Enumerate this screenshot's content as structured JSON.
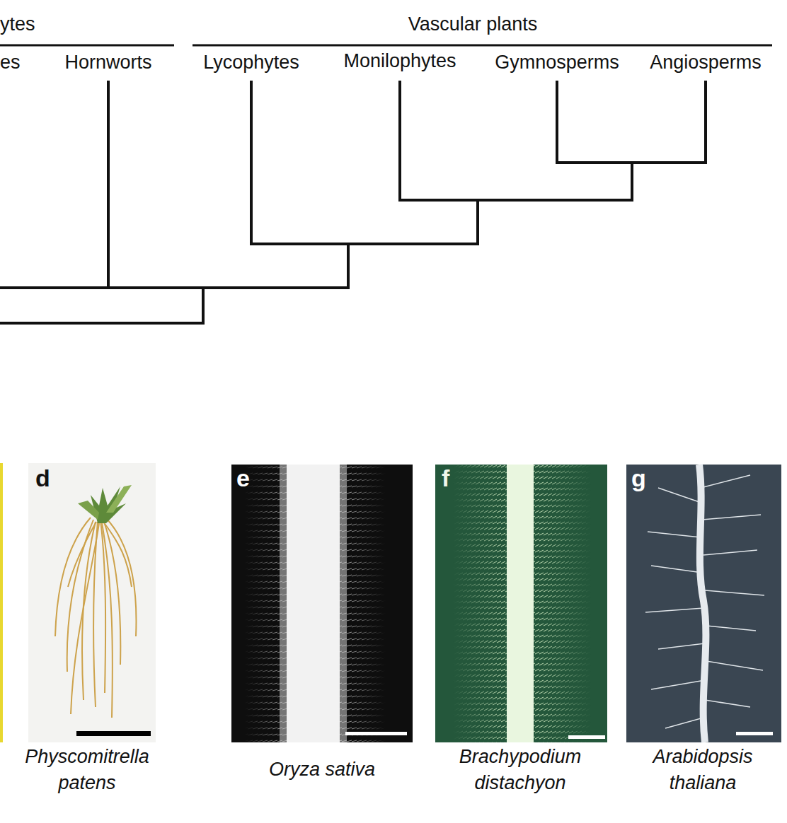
{
  "diagram": {
    "labels": [
      "ytes",
      "Vascular plants",
      "es",
      "Hornworts",
      "Lycophytes",
      "Monilophytes",
      "Gymnosperms",
      "Angiosperms",
      "d",
      "e",
      "f",
      "g",
      "Physcomitrella patens",
      "Oryza sativa",
      "Brachypodium distachyon",
      "Arabidopsis thaliana"
    ]
  }
}
